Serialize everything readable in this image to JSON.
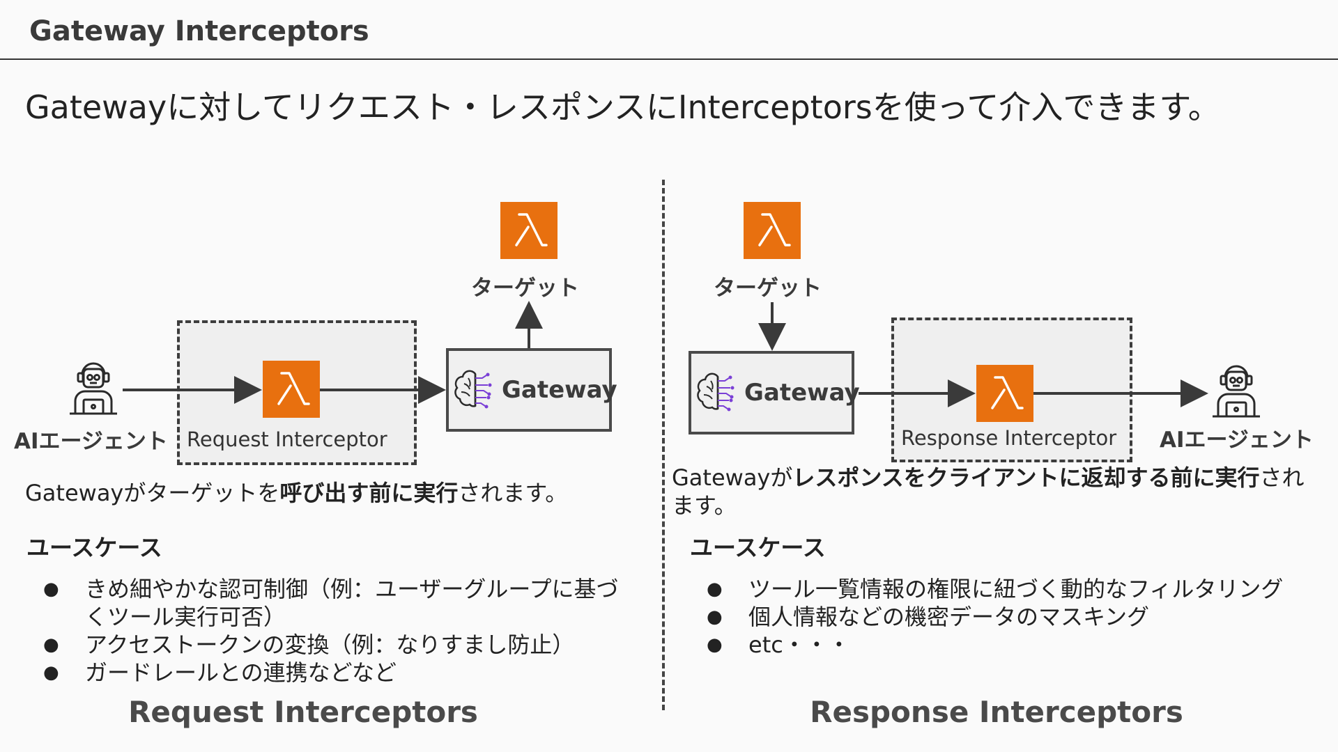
{
  "header": {
    "title": "Gateway Interceptors"
  },
  "subtitle": "Gatewayに対してリクエスト・レスポンスにInterceptorsを使って介入できます。",
  "request": {
    "agent_label": "AIエージェント",
    "interceptor_label": "Request Interceptor",
    "gateway_label": "Gateway",
    "target_label": "ターゲット",
    "description": {
      "pre": "Gatewayがターゲットを",
      "bold": "呼び出す前に実行",
      "post": "されます。"
    },
    "usecase_title": "ユースケース",
    "usecases": [
      "きめ細やかな認可制御（例：ユーザーグループに基づくツール実行可否）",
      "アクセストークンの変換（例：なりすまし防止）",
      "ガードレールとの連携などなど"
    ],
    "section_title": "Request Interceptors"
  },
  "response": {
    "target_label": "ターゲット",
    "gateway_label": "Gateway",
    "interceptor_label": "Response Interceptor",
    "agent_label": "AIエージェント",
    "description": {
      "pre": "Gatewayが",
      "bold": "レスポンスをクライアントに返却する前に実行",
      "post": "されます。"
    },
    "usecase_title": "ユースケース",
    "usecases": [
      "ツール一覧情報の権限に紐づく動的なフィルタリング",
      "個人情報などの機密データのマスキング",
      "etc・・・"
    ],
    "section_title": "Response Interceptors"
  },
  "colors": {
    "lambda_orange": "#e8700f",
    "brain_purple": "#7a3fd6"
  },
  "icons": {
    "lambda": "lambda-icon",
    "agent": "ai-agent-icon",
    "gateway": "brain-circuit-icon"
  }
}
